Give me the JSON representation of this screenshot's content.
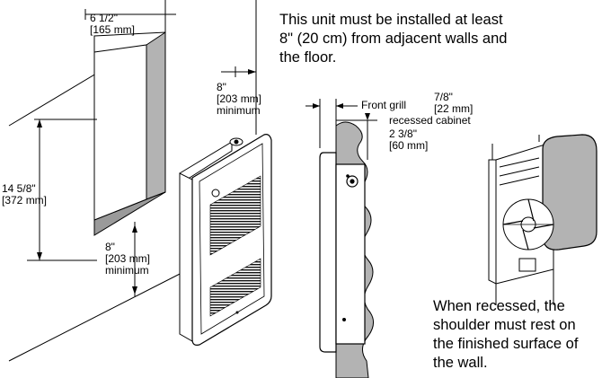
{
  "install_note": {
    "line1": "This unit must be installed at least",
    "line2": "8\" (20 cm) from adjacent walls and",
    "line3": "the floor."
  },
  "recess_note": {
    "line1": "When recessed, the",
    "line2": "shoulder must rest on",
    "line3": "the finished surface of",
    "line4": "the wall."
  },
  "dimensions": {
    "opening_width": {
      "imperial": "6 1/2\"",
      "metric": "[165 mm]"
    },
    "opening_height": {
      "imperial": "14 5/8\"",
      "metric": "[372 mm]"
    },
    "side_clearance": {
      "imperial": "8\"",
      "metric": "[203 mm]",
      "qualifier": "minimum"
    },
    "floor_clearance": {
      "imperial": "8\"",
      "metric": "[203 mm]",
      "qualifier": "minimum"
    },
    "front_grill": {
      "label": "Front grill",
      "imperial": "7/8\"",
      "metric": "[22 mm]"
    },
    "recessed_cabinet": {
      "label": "recessed cabinet",
      "imperial": "2 3/8\"",
      "metric": "[60 mm]"
    }
  },
  "colors": {
    "line": "#000000",
    "wall_shading": "#b3b3b3",
    "wall_shading_dark": "#9a9a9a",
    "unit_body": "#ffffff",
    "grille": "#111111"
  }
}
